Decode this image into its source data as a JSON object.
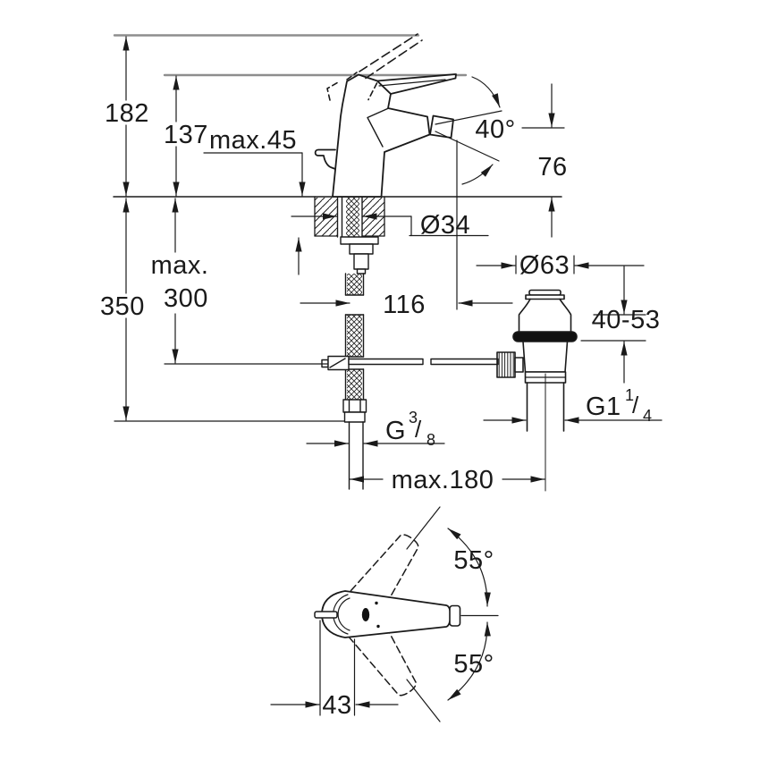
{
  "drawing": {
    "kind": "technical-dimension-drawing",
    "subject": "single-lever bidet mixer with pop-up waste, side elevation and plan view",
    "colors": {
      "line": "#1a1a1a",
      "reference_line": "#8e8e8e",
      "background": "#ffffff"
    }
  },
  "dims": {
    "total_height": "182",
    "lever_height": "137",
    "deck_max": "max.45",
    "aerator_angle": "40°",
    "spout_height": "76",
    "hole_dia": "Ø34",
    "hose_depth_prefix": "max.",
    "hose_depth_value": "300",
    "total_depth": "350",
    "spout_reach": "116",
    "waste_dia": "Ø63",
    "waste_range": "40-53",
    "waste_thread": {
      "base": "G1",
      "sup": "1",
      "slash": "/",
      "sub": "4"
    },
    "supply_thread": {
      "base": "G",
      "sup": "3",
      "slash": "/",
      "sub": "8"
    },
    "max_spacing": "max.180",
    "swivel_upper": "55°",
    "swivel_lower": "55°",
    "handle_pin_offset": "43"
  }
}
